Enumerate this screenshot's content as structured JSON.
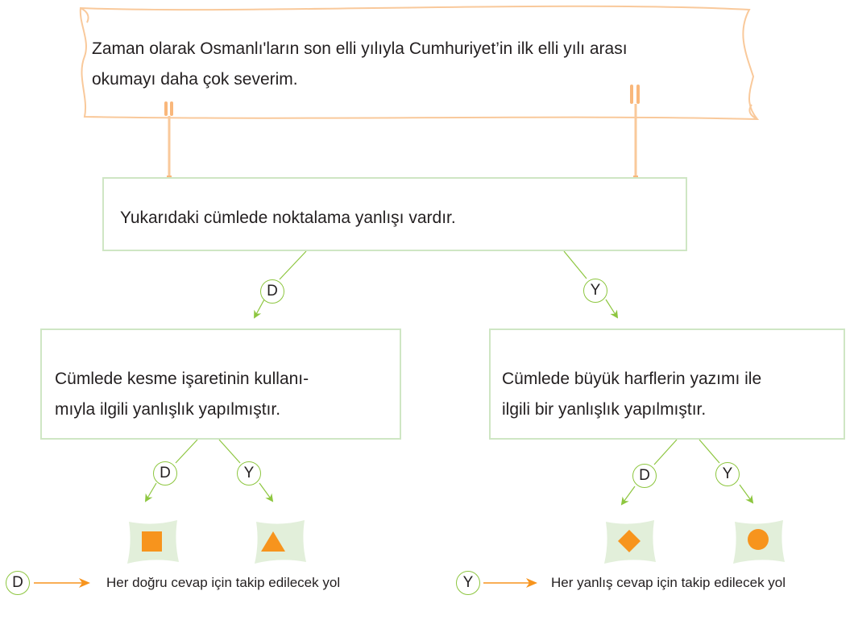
{
  "scroll": {
    "text_line1": "Zaman olarak Osmanlı'ların son elli yılıyla Cumhuriyet’in ilk elli yılı arası",
    "text_line2": "okumayı daha çok severim."
  },
  "root": {
    "text": "Yukarıdaki cümlede noktalama yanlışı vardır."
  },
  "left_node": {
    "line1": "Cümlede kesme işaretinin kullanı-",
    "line2": "mıyla ilgili yanlışlık yapılmıştır."
  },
  "right_node": {
    "line1": "Cümlede büyük harflerin yazımı ile",
    "line2": "ilgili bir yanlışlık yapılmıştır."
  },
  "branch_labels": {
    "true": "D",
    "false": "Y"
  },
  "outcomes": [
    "square",
    "triangle",
    "diamond",
    "circle"
  ],
  "legend": {
    "true_badge": "D",
    "true_text": "Her doğru cevap için takip edilecek yol",
    "false_badge": "Y",
    "false_text": "Her yanlış cevap için takip edilecek yol"
  },
  "colors": {
    "accent_orange": "#f7941d",
    "scroll_border": "#f9c99b",
    "box_border": "#cfe6c4",
    "arrow_green": "#8dc63f",
    "outcome_bg": "#e2efda"
  }
}
